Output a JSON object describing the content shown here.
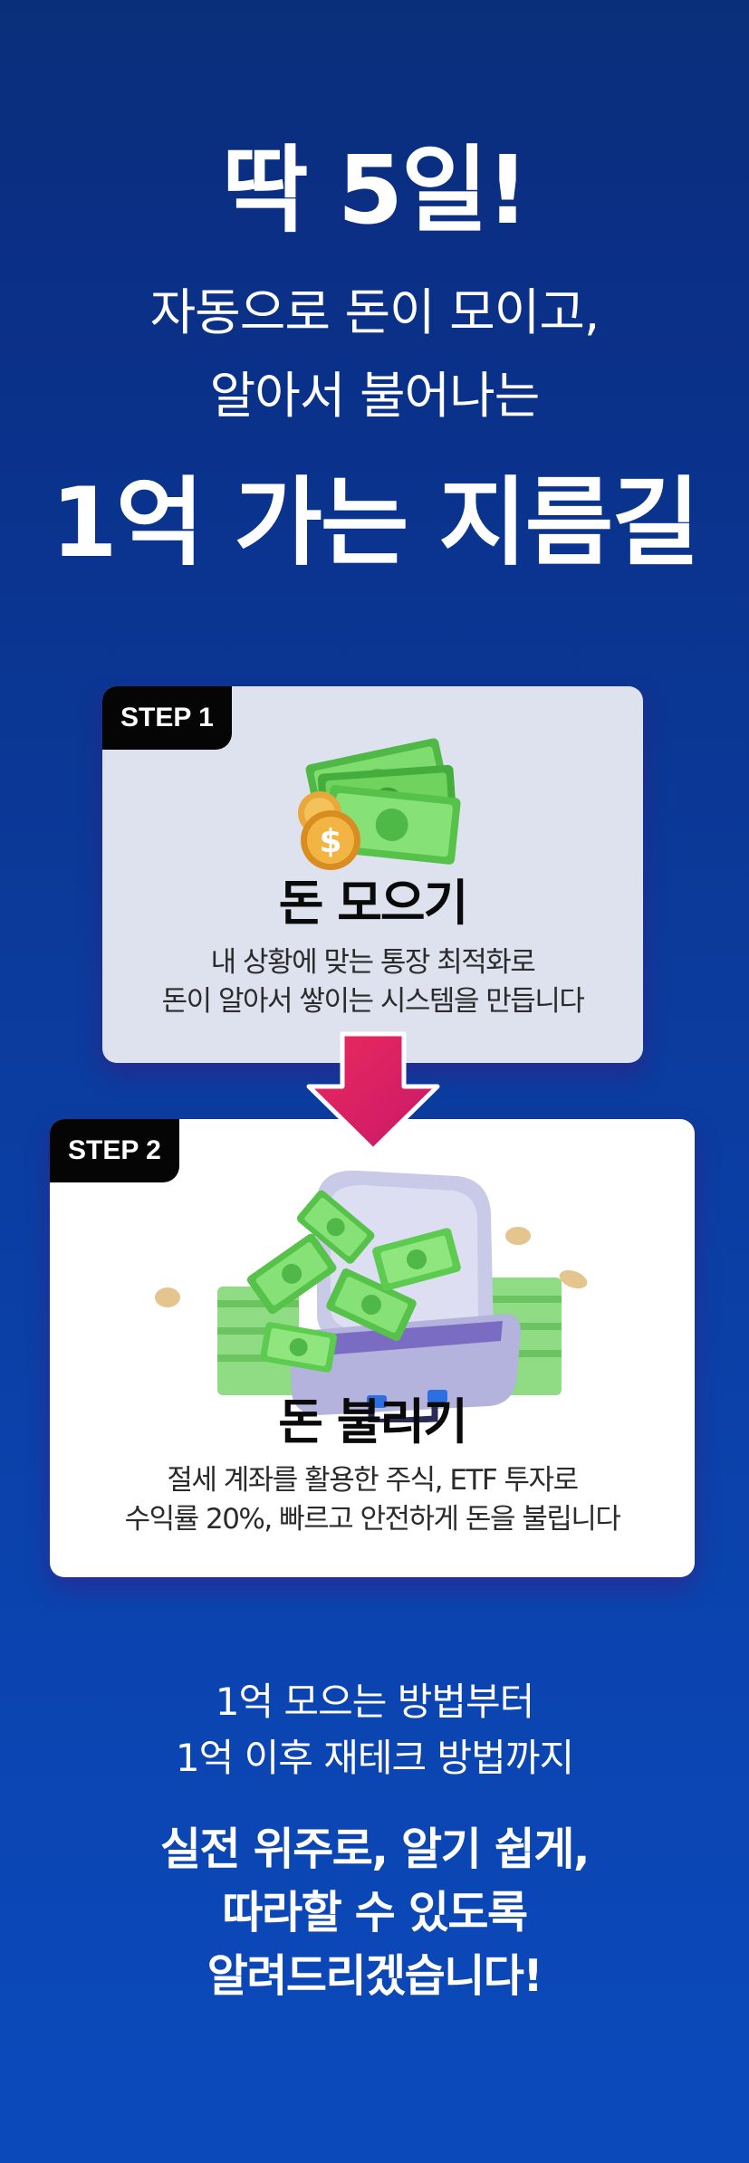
{
  "hero": {
    "title": "딱 5일!",
    "line1": "자동으로 돈이 모이고,",
    "line2": "알아서 불어나는",
    "headline": "1억 가는 지름길"
  },
  "step1": {
    "badge": "STEP 1",
    "title": "돈 모으기",
    "desc_line1": "내 상황에 맞는 통장 최적화로",
    "desc_line2": "돈이 알아서 쌓이는 시스템을 만듭니다",
    "icon": "money-bills-and-coin-icon"
  },
  "step2": {
    "badge": "STEP 2",
    "title": "돈 불리기",
    "desc_line1": "절세 계좌를 활용한 주식, ETF 투자로",
    "desc_line2": "수익률 20%, 빠르고 안전하게 돈을 불립니다",
    "icon": "money-briefcase-icon"
  },
  "footer": {
    "line1": "1억 모으는 방법부터",
    "line2": "1억 이후 재테크 방법까지",
    "bold1": "실전 위주로, 알기 쉽게,",
    "bold2": "따라할 수 있도록",
    "bold3": "알려드리겠습니다!"
  },
  "colors": {
    "background_top": "#0a2f7a",
    "background_bottom": "#0b49bb",
    "arrow": "#e0245e",
    "money_green": "#5cc84f",
    "coin_gold": "#e9a93a"
  }
}
